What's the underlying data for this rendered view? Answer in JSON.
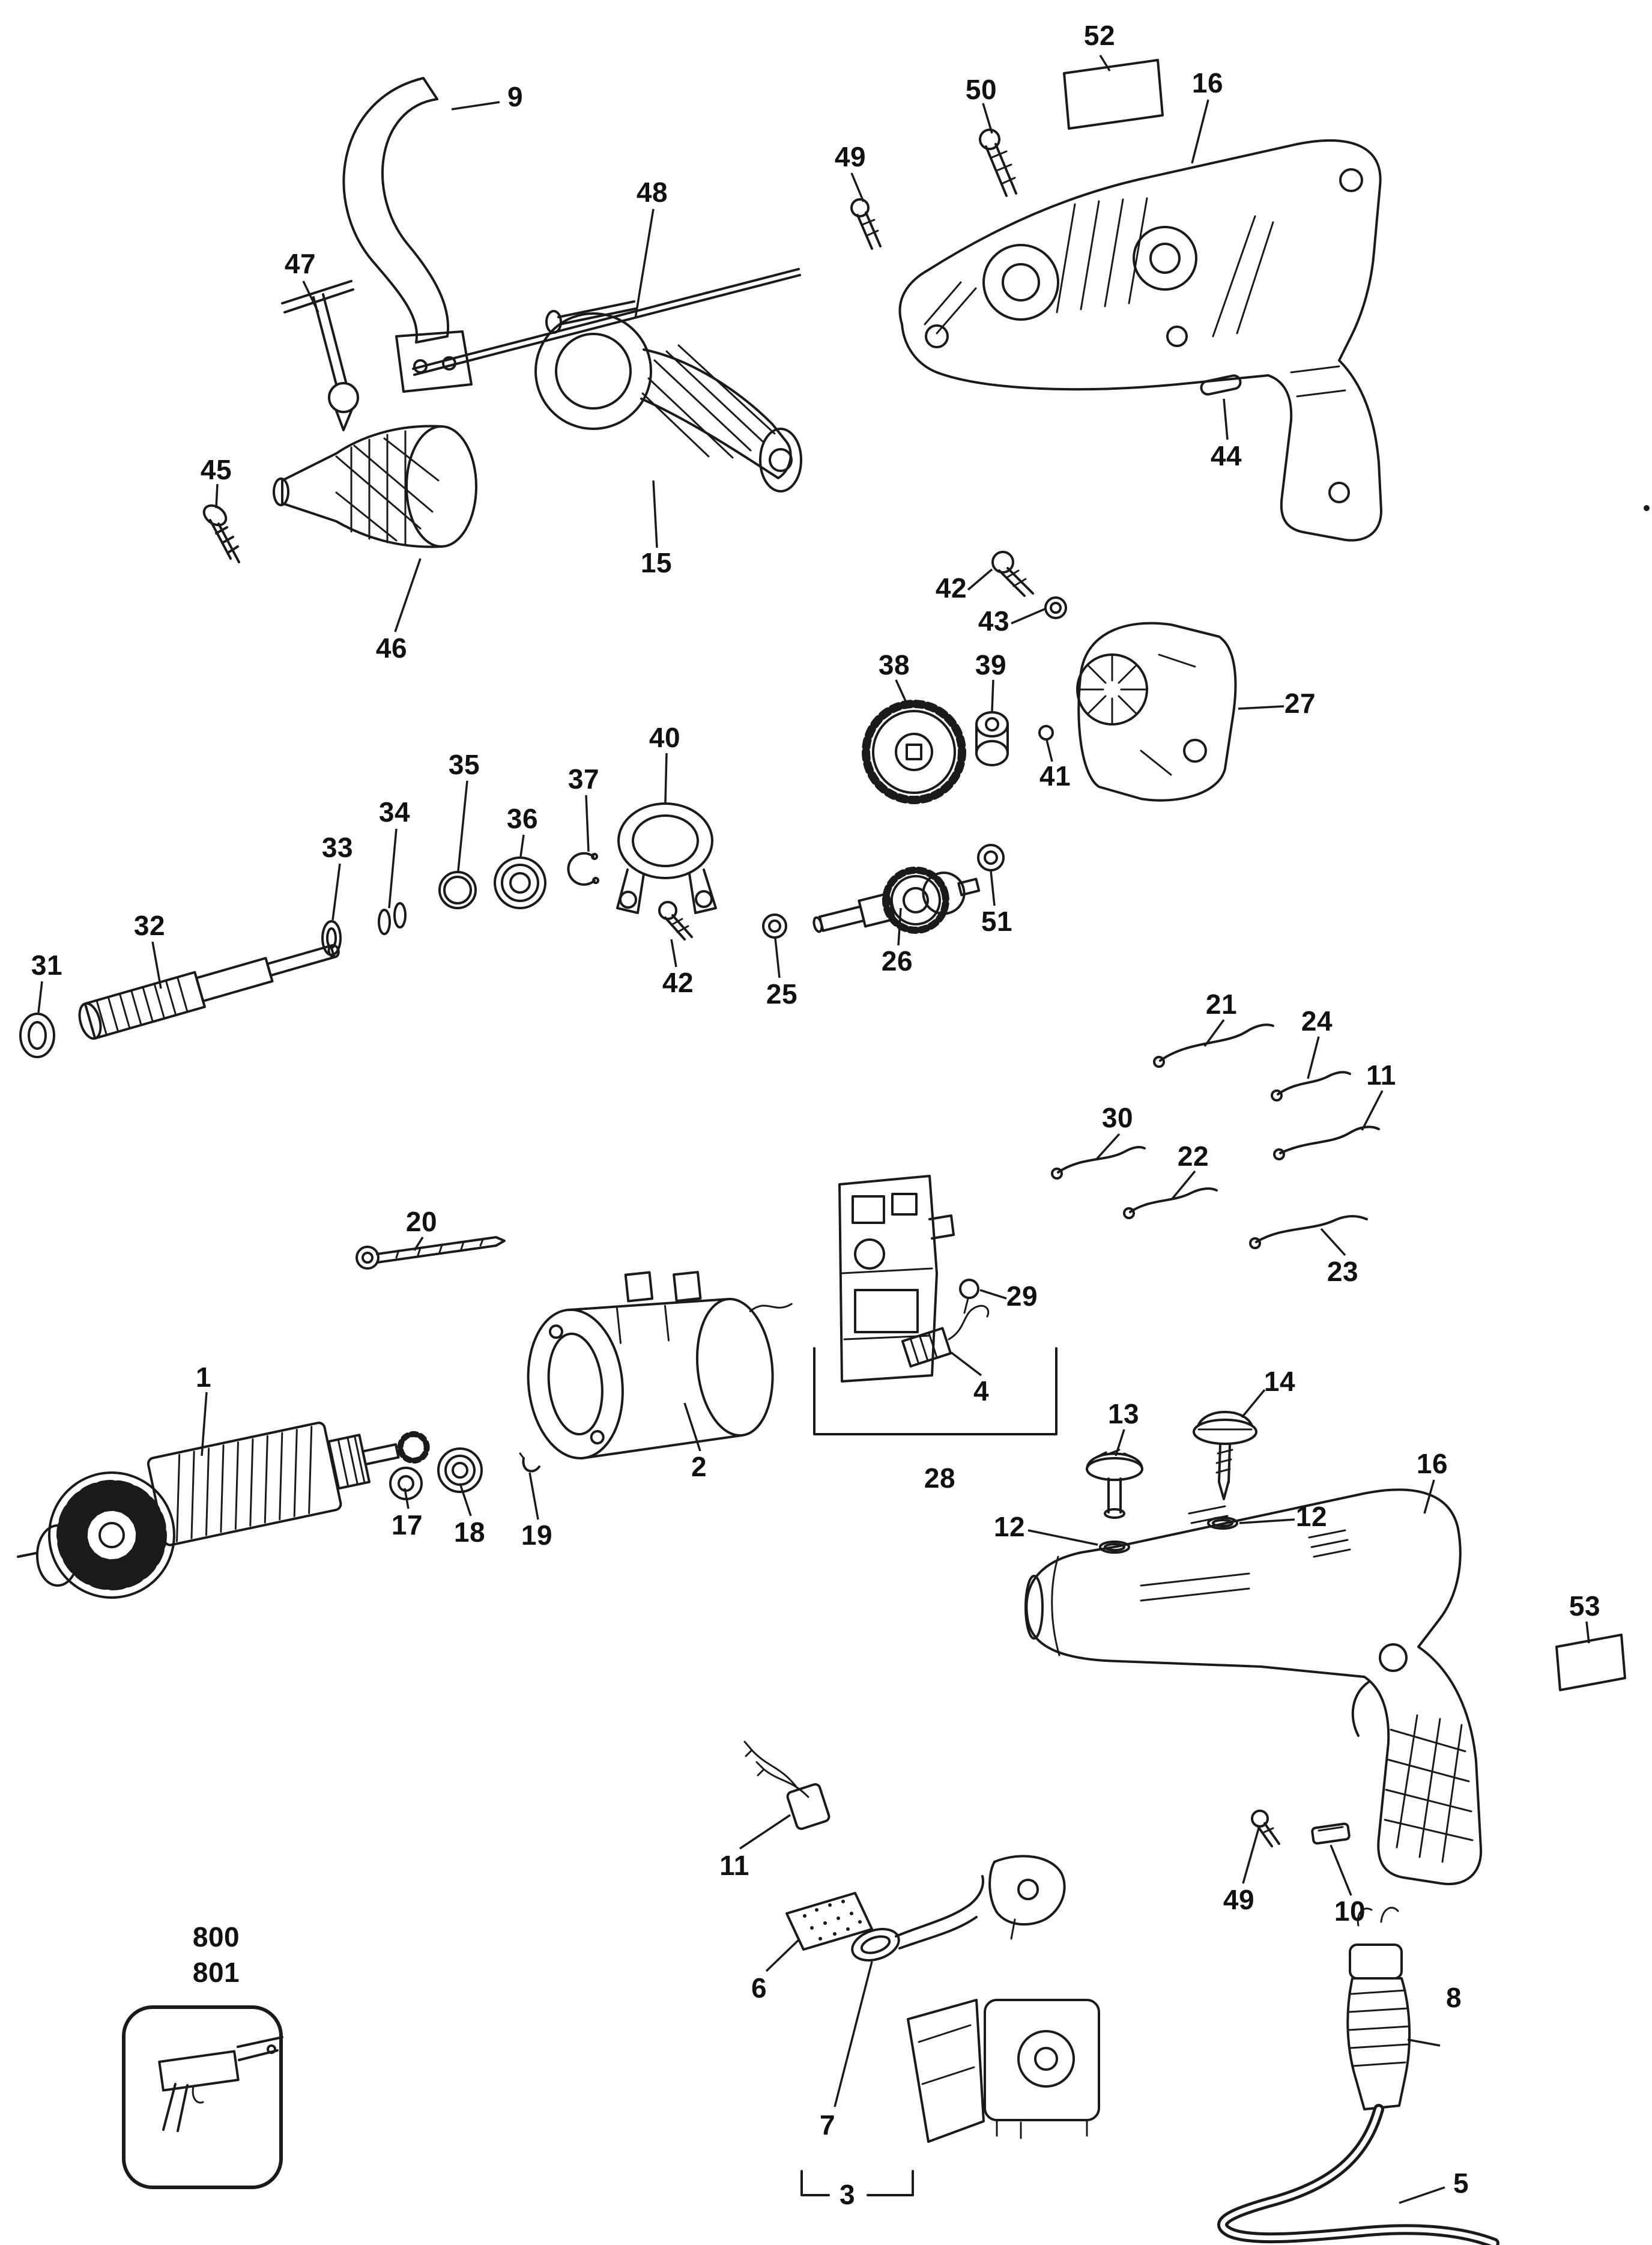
{
  "page": {
    "background": "#ffffff",
    "ink_color": "#1a1a1a",
    "type": "exploded-parts-diagram"
  },
  "labels": [
    {
      "text": "52"
    },
    {
      "text": "9"
    },
    {
      "text": "50"
    },
    {
      "text": "16"
    },
    {
      "text": "49"
    },
    {
      "text": "48"
    },
    {
      "text": "47"
    },
    {
      "text": "45"
    },
    {
      "text": "44"
    },
    {
      "text": "15"
    },
    {
      "text": "42"
    },
    {
      "text": "43"
    },
    {
      "text": "46"
    },
    {
      "text": "38"
    },
    {
      "text": "39"
    },
    {
      "text": "27"
    },
    {
      "text": "40"
    },
    {
      "text": "35"
    },
    {
      "text": "37"
    },
    {
      "text": "41"
    },
    {
      "text": "34"
    },
    {
      "text": "36"
    },
    {
      "text": "33"
    },
    {
      "text": "32"
    },
    {
      "text": "51"
    },
    {
      "text": "26"
    },
    {
      "text": "42"
    },
    {
      "text": "25"
    },
    {
      "text": "31"
    },
    {
      "text": "21"
    },
    {
      "text": "24"
    },
    {
      "text": "11"
    },
    {
      "text": "30"
    },
    {
      "text": "22"
    },
    {
      "text": "20"
    },
    {
      "text": "23"
    },
    {
      "text": "29"
    },
    {
      "text": "1"
    },
    {
      "text": "4"
    },
    {
      "text": "14"
    },
    {
      "text": "13"
    },
    {
      "text": "2"
    },
    {
      "text": "28"
    },
    {
      "text": "16"
    },
    {
      "text": "12"
    },
    {
      "text": "12"
    },
    {
      "text": "17"
    },
    {
      "text": "18"
    },
    {
      "text": "19"
    },
    {
      "text": "53"
    },
    {
      "text": "11"
    },
    {
      "text": "49"
    },
    {
      "text": "10"
    },
    {
      "text": "6"
    },
    {
      "text": "800"
    },
    {
      "text": "801"
    },
    {
      "text": "8"
    },
    {
      "text": "7"
    },
    {
      "text": "3"
    },
    {
      "text": "5"
    }
  ]
}
